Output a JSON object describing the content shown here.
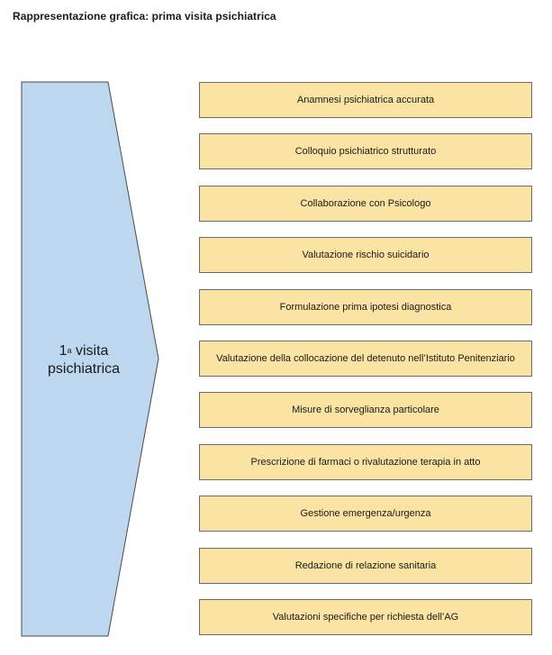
{
  "title": "Rappresentazione grafica: prima visita psichiatrica",
  "arrow": {
    "label_number": "1",
    "label_superscript": "a",
    "label_word1": "visita",
    "label_word2": "psichiatrica",
    "fill": "#bdd7ee",
    "stroke": "#4a4a4a"
  },
  "box_style": {
    "fill": "#fbe4a3",
    "stroke": "#6b6b6b"
  },
  "items": [
    "Anamnesi psichiatrica accurata",
    "Colloquio psichiatrico strutturato",
    "Collaborazione con Psicologo",
    "Valutazione rischio suicidario",
    "Formulazione prima ipotesi diagnostica",
    "Valutazione della collocazione del detenuto nell’Istituto Penitenziario",
    "Misure di sorveglianza particolare",
    "Prescrizione di farmaci o rivalutazione terapia in atto",
    "Gestione emergenza/urgenza",
    "Redazione di relazione sanitaria",
    "Valutazioni specifiche per richiesta dell’AG"
  ]
}
